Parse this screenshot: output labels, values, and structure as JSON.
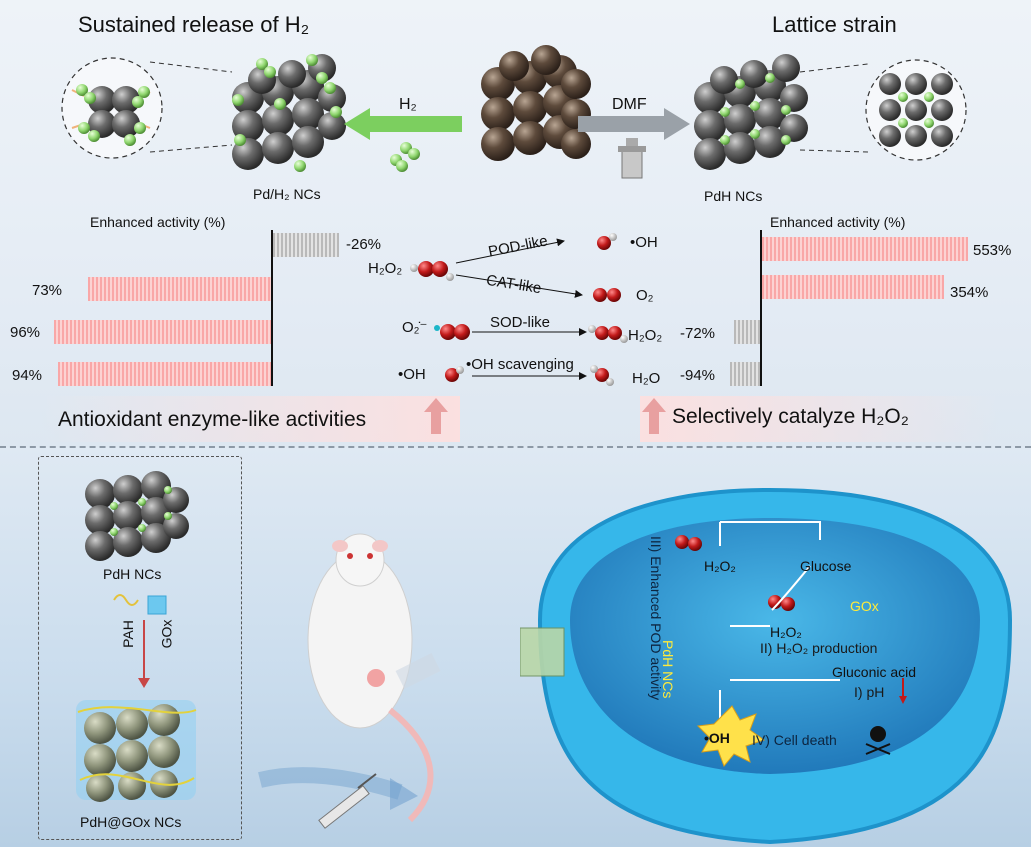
{
  "colors": {
    "green_arrow": "#7ccf5f",
    "gray_arrow": "#9aa1a8",
    "red_arrow": "#d24a4a",
    "bar_positive": "#f9a7a7",
    "bar_negative": "#bdbdbd",
    "cell_blue": "#33b8e8",
    "dark_sphere": "#4a4a4a",
    "brown_sphere": "#5b4a3f",
    "green_atom": "#8fd66e",
    "oxygen_red": "#c21a1a"
  },
  "top": {
    "left_title": "Sustained release of",
    "left_title_sub": "H₂",
    "right_title": "Lattice strain",
    "h2_arrow_label": "H₂",
    "dmf_arrow_label": "DMF",
    "pdh2_label": "Pd/H₂ NCs",
    "pdh_label": "PdH NCs"
  },
  "left_chart": {
    "title": "Enhanced activity (%)",
    "values": [
      {
        "label": "-26%",
        "value": -26
      },
      {
        "label": "73%",
        "value": 73
      },
      {
        "label": "96%",
        "value": 96
      },
      {
        "label": "94%",
        "value": 94
      }
    ]
  },
  "right_chart": {
    "title": "Enhanced activity (%)",
    "values": [
      {
        "label": "553%",
        "value": 553
      },
      {
        "label": "354%",
        "value": 354
      },
      {
        "label": "-72%",
        "value": -72
      },
      {
        "label": "-94%",
        "value": -94
      }
    ]
  },
  "reactions": {
    "h2o2": "H₂O₂",
    "pod_like": "POD-like",
    "oh_product": "•OH",
    "cat_like": "CAT-like",
    "o2_product": "O₂",
    "superoxide": "O₂̇⁻",
    "sod_like": "SOD-like",
    "h2o2_product": "H₂O₂",
    "oh_reactant": "•OH",
    "oh_scavenging": "•OH scavenging",
    "h2o_product": "H₂O"
  },
  "ribbons": {
    "left": "Antioxidant enzyme-like activities",
    "right": "Selectively catalyze H₂O₂"
  },
  "bottom": {
    "pdh_nc_label": "PdH NCs",
    "pah_label": "PAH",
    "gox_label": "GOx",
    "pdh_gox_label": "PdH@GOx NCs",
    "cell": {
      "h2o2_top": "H₂O₂",
      "glucose": "Glucose",
      "gox": "GOx",
      "h2o2_mid": "H₂O₂",
      "step2": "II) H₂O₂ production",
      "gluconic": "Gluconic acid",
      "step1": "I) pH",
      "pdh_vertical": "PdH NCs",
      "pod_vertical": "III) Enhanced POD activity",
      "oh_burst": "•OH",
      "step4": "IV) Cell death"
    }
  }
}
